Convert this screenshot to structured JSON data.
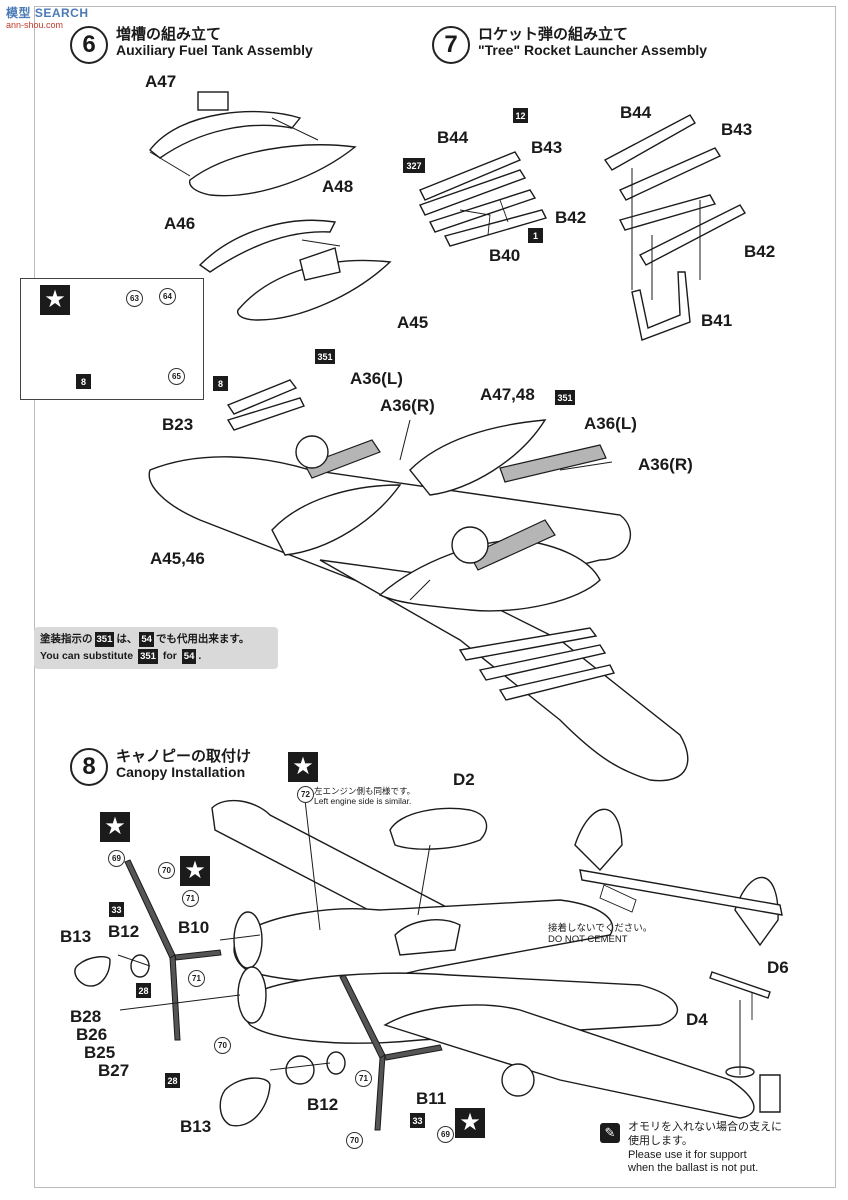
{
  "watermark": {
    "top": "模型 SEARCH",
    "bottom": "ann-shou.com"
  },
  "step6": {
    "number": "6",
    "title_jp": "増槽の組み立て",
    "title_en": "Auxiliary Fuel Tank Assembly"
  },
  "step7": {
    "number": "7",
    "title_jp": "ロケット弾の組み立て",
    "title_en": "\"Tree\" Rocket Launcher Assembly"
  },
  "step8": {
    "number": "8",
    "title_jp": "キャノピーの取付け",
    "title_en": "Canopy Installation"
  },
  "parts6": {
    "a47": "A47",
    "a48": "A48",
    "a46": "A46",
    "a45": "A45"
  },
  "inset": {
    "c63": "63",
    "c64": "64",
    "c65": "65",
    "box8": "8"
  },
  "parts7": {
    "b44a": "B44",
    "b43a": "B43",
    "b42a": "B42",
    "b40": "B40",
    "b44b": "B44",
    "b43b": "B43",
    "b42b": "B42",
    "b41": "B41",
    "c12": "12",
    "c327": "327",
    "c1": "1"
  },
  "wing": {
    "c351a": "351",
    "c8": "8",
    "b23": "B23",
    "a36la": "A36(L)",
    "a36ra": "A36(R)",
    "a4748": "A47,48",
    "c351b": "351",
    "a36lb": "A36(L)",
    "a36rb": "A36(R)",
    "a4546": "A45,46"
  },
  "paint_note": {
    "jp_prefix": "塗装指示の",
    "jp_c1": "351",
    "jp_mid": "は、",
    "jp_c2": "54",
    "jp_suffix": "でも代用出来ます。",
    "en_prefix": "You can substitute",
    "en_c1": "351",
    "en_mid": "for",
    "en_c2": "54",
    "en_suffix": "."
  },
  "parts8": {
    "c72": "72",
    "note72_jp": "左エンジン側も同様です。",
    "note72_en": "Left engine side is similar.",
    "d2": "D2",
    "c69a": "69",
    "c70a": "70",
    "c71a": "71",
    "c33a": "33",
    "b13a": "B13",
    "b12a": "B12",
    "b10": "B10",
    "c71b": "71",
    "c70b": "70",
    "c28a": "28",
    "b28": "B28",
    "b26": "B26",
    "b25": "B25",
    "b27": "B27",
    "c28b": "28",
    "b12b": "B12",
    "c71c": "71",
    "b11": "B11",
    "b13b": "B13",
    "c70c": "70",
    "c33b": "33",
    "c69b": "69",
    "d6": "D6",
    "d4": "D4",
    "dnc_jp": "接着しないでください。",
    "dnc_en": "DO NOT CEMENT"
  },
  "support_note": {
    "jp1": "オモリを入れない場合の支えに",
    "jp2": "使用します。",
    "en1": "Please use it for support",
    "en2": "when the ballast is not put."
  }
}
